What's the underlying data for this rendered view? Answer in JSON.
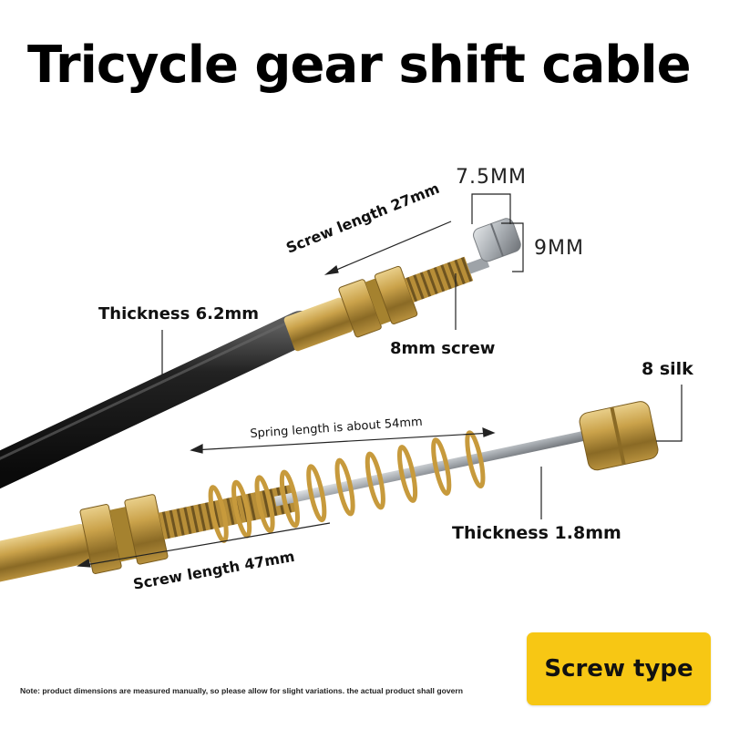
{
  "title": "Tricycle gear shift cable",
  "labels": {
    "screw_length_27": "Screw length 27mm",
    "dim_7_5": "7.5MM",
    "dim_9": "9MM",
    "thickness_6_2": "Thickness 6.2mm",
    "screw_8mm": "8mm screw",
    "silk_8": "8 silk",
    "spring_length": "Spring length is about 54mm",
    "thickness_1_8": "Thickness 1.8mm",
    "screw_length_47": "Screw length 47mm"
  },
  "badge": {
    "label": "Screw type",
    "color": "#f7c714"
  },
  "note": "Note: product dimensions are measured manually, so please allow for slight variations. the actual product shall govern",
  "colors": {
    "brass": "#c9a046",
    "cable": "#1a1a1a",
    "steel": "#9ea3a8"
  }
}
